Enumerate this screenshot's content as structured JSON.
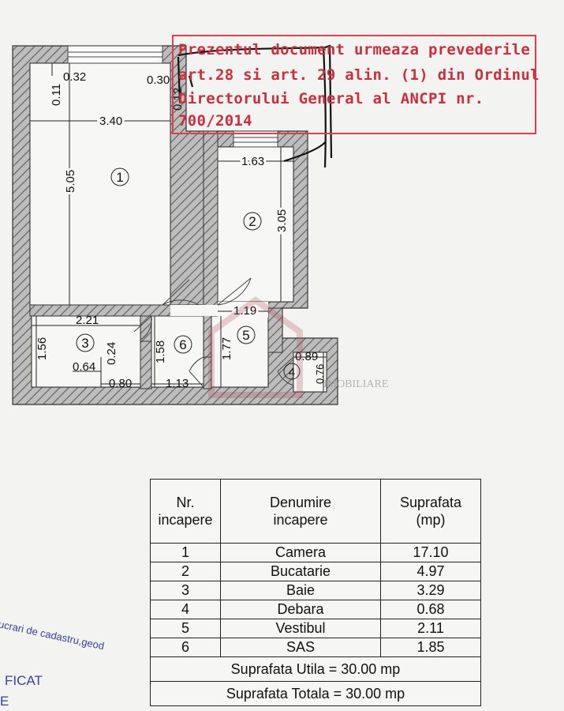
{
  "plan": {
    "dimensions": {
      "d_0_32": "0.32",
      "d_0_30": "0.30",
      "d_0_11": "0.11",
      "d_0_12": "0.12",
      "d_3_40": "3.40",
      "d_5_05": "5.05",
      "d_1_63": "1.63",
      "d_3_05": "3.05",
      "d_1_19": "1.19",
      "d_2_21": "2.21",
      "d_1_56": "1.56",
      "d_0_24": "0.24",
      "d_1_58": "1.58",
      "d_1_77": "1.77",
      "d_0_64": "0.64",
      "d_0_80": "0.80",
      "d_1_13": "1.13",
      "d_0_89": "0.89",
      "d_0_76": "0.76"
    },
    "room_numbers": [
      "1",
      "2",
      "3",
      "4",
      "5",
      "6"
    ],
    "watermark": "IMOBILIARE",
    "colors": {
      "wall": "#777777",
      "ink": "#222222",
      "stamp": "#c8303f",
      "seal": "#3a3f99"
    }
  },
  "stamp": {
    "line1": "Prezentul document urmeaza prevederile",
    "line2": "art.28 si art. 29 alin. (1) din Ordinul",
    "line3": "Directorului General al ANCPI nr.",
    "line4": "700/2014"
  },
  "table": {
    "headers": [
      "Nr. incapere",
      "Denumire incapere",
      "Suprafata (mp)"
    ],
    "rows": [
      {
        "nr": "1",
        "name": "Camera",
        "area": "17.10"
      },
      {
        "nr": "2",
        "name": "Bucatarie",
        "area": "4.97"
      },
      {
        "nr": "3",
        "name": "Baie",
        "area": "3.29"
      },
      {
        "nr": "4",
        "name": "Debara",
        "area": "0.68"
      },
      {
        "nr": "5",
        "name": "Vestibul",
        "area": "2.11"
      },
      {
        "nr": "6",
        "name": "SAS",
        "area": "1.85"
      }
    ],
    "utila": "Suprafata Utila =  30.00  mp",
    "totala": "Suprafata Totala =  30.00  mp"
  },
  "seal": {
    "arc": "lucrari de cadastru,geod",
    "line1": "FICAT",
    "line2": "E"
  }
}
